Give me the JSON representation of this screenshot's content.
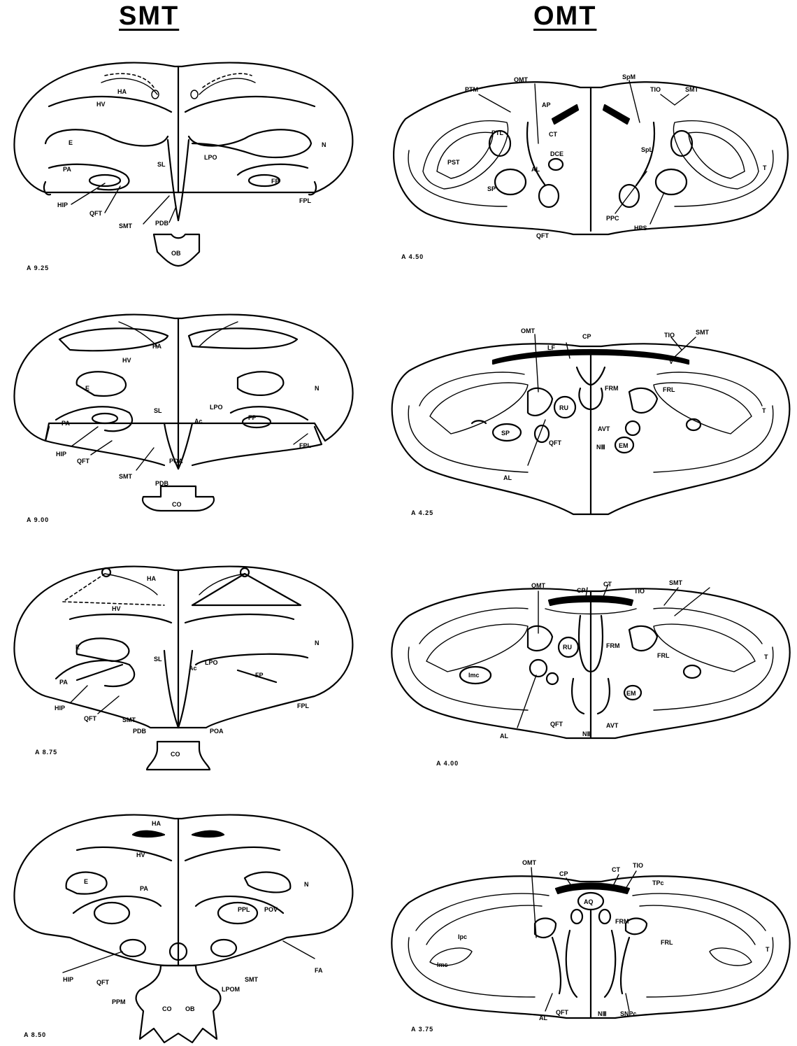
{
  "columns": {
    "left_title": "SMT",
    "right_title": "OMT"
  },
  "left_sections": [
    {
      "coordinate": "A 9.25",
      "labels": {
        "HA": "HA",
        "HV": "HV",
        "E": "E",
        "N": "N",
        "PA": "PA",
        "SL": "SL",
        "LPO": "LPO",
        "FP": "FP",
        "HIP": "HIP",
        "QFT": "QFT",
        "SMT": "SMT",
        "FPL": "FPL",
        "PDB": "PDB",
        "OB": "OB"
      }
    },
    {
      "coordinate": "A 9.00",
      "labels": {
        "HA": "HA",
        "HV": "HV",
        "E": "E",
        "N": "N",
        "PA": "PA",
        "SL": "SL",
        "Ac": "Ac",
        "LPO": "LPO",
        "FP": "FP",
        "HIP": "HIP",
        "QFT": "QFT",
        "SMT": "SMT",
        "FPL": "FPL",
        "PDB": "PDB",
        "POA": "POA",
        "CO": "CO"
      }
    },
    {
      "coordinate": "A 8.75",
      "labels": {
        "HA": "HA",
        "HV": "HV",
        "E": "E",
        "N": "N",
        "PA": "PA",
        "SL": "SL",
        "Ac": "Ac",
        "LPO": "LPO",
        "FP": "FP",
        "HIP": "HIP",
        "QFT": "QFT",
        "SMT": "SMT",
        "FPL": "FPL",
        "PDB": "PDB",
        "POA": "POA",
        "CO": "CO"
      }
    },
    {
      "coordinate": "A 8.50",
      "labels": {
        "HA": "HA",
        "HV": "HV",
        "E": "E",
        "N": "N",
        "PA": "PA",
        "PPL": "PPL",
        "POV": "POV",
        "HIP": "HIP",
        "QFT": "QFT",
        "SMT": "SMT",
        "FA": "FA",
        "LPOM": "LPOM",
        "PPM": "PPM",
        "CO": "CO",
        "OB": "OB"
      }
    }
  ],
  "right_sections": [
    {
      "coordinate": "A 4.50",
      "labels": {
        "PTM": "PTM",
        "OMT": "OMT",
        "AP": "AP",
        "SpM": "SpM",
        "TIO": "TIO",
        "SMT": "SMT",
        "CT": "CT",
        "DCE": "DCE",
        "AL": "AL",
        "PST": "PST",
        "SP": "SP",
        "PTL": "PTL",
        "SpL": "SpL",
        "T": "T",
        "QFT": "QFT",
        "PPC": "PPC",
        "HPS": "HPS"
      }
    },
    {
      "coordinate": "A 4.25",
      "labels": {
        "OMT": "OMT",
        "LF": "LF",
        "CP": "CP",
        "TIO": "TIO",
        "SMT": "SMT",
        "V": "V",
        "RU": "RU",
        "FRM": "FRM",
        "FRL": "FRL",
        "SP": "SP",
        "QFT": "QFT",
        "AVT": "AVT",
        "NIII": "NⅢ",
        "EM": "EM",
        "AL": "AL",
        "T": "T"
      }
    },
    {
      "coordinate": "A 4.00",
      "labels": {
        "OMT": "OMT",
        "CP": "CP",
        "CT": "CT",
        "TIO": "TIO",
        "SMT": "SMT",
        "FRM": "FRM",
        "FRL": "FRL",
        "RU": "RU",
        "Imc": "Imc",
        "EM": "EM",
        "QFT": "QFT",
        "NIII": "NⅢ",
        "AVT": "AVT",
        "AL": "AL",
        "T": "T"
      }
    },
    {
      "coordinate": "A 3.75",
      "labels": {
        "OMT": "OMT",
        "CP": "CP",
        "CT": "CT",
        "TIO": "TIO",
        "TPc": "TPc",
        "AQ": "AQ",
        "FRM": "FRM",
        "FRL": "FRL",
        "Ipc": "Ipc",
        "Imc": "Imc",
        "AL": "AL",
        "QFT": "QFT",
        "NIII": "NⅢ",
        "SNPc": "SNPc",
        "T": "T"
      }
    }
  ]
}
